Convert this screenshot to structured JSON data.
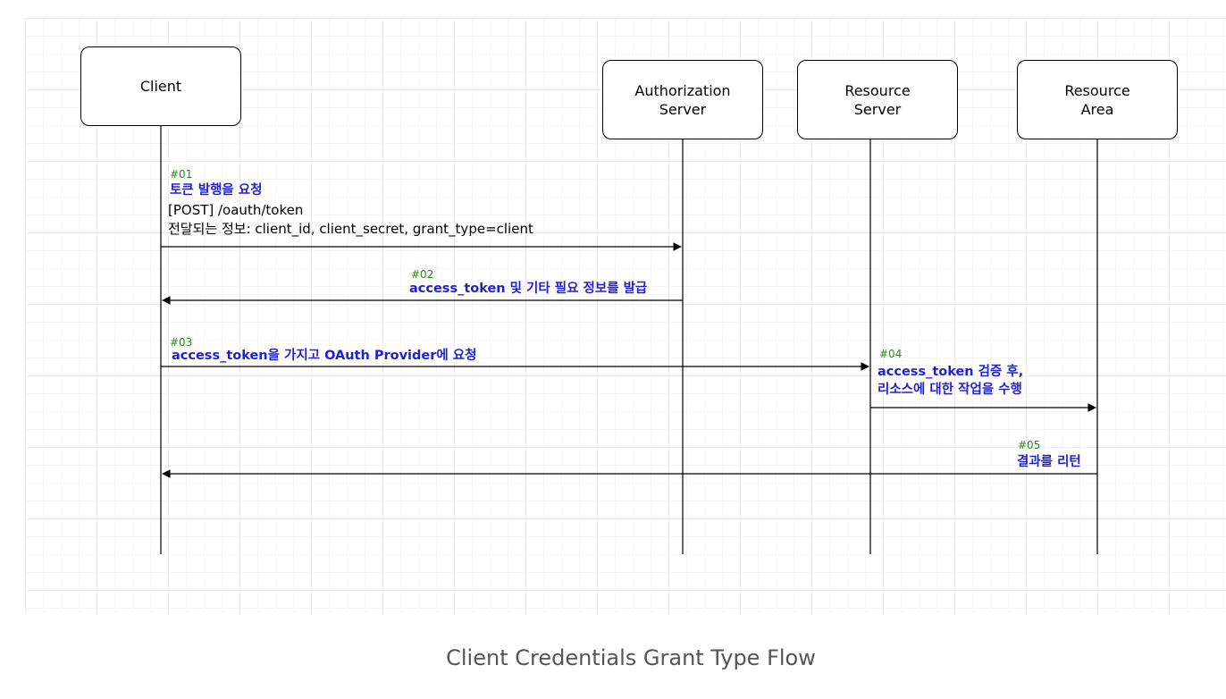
{
  "actors": {
    "client": "Client",
    "auth_server": "Authorization\nServer",
    "resource_server": "Resource\nServer",
    "resource_area": "Resource\nArea"
  },
  "steps": {
    "s01": {
      "num": "#01",
      "title": "토큰 발행을 요청",
      "line1": "[POST] /oauth/token",
      "line2": "전달되는 정보: client_id, client_secret, grant_type=client"
    },
    "s02": {
      "num": "#02",
      "title": "access_token 및 기타 필요 정보를 발급"
    },
    "s03": {
      "num": "#03",
      "title": "access_token을 가지고  OAuth Provider에 요청"
    },
    "s04": {
      "num": "#04",
      "title": "access_token 검증 후,\n리소스에 대한 작업을 수행"
    },
    "s05": {
      "num": "#05",
      "title": "결과를 리턴"
    }
  },
  "caption": "Client Credentials Grant Type Flow",
  "colors": {
    "message": "#1f1fd6",
    "step_number": "#2a8a14",
    "line": "#000000"
  }
}
